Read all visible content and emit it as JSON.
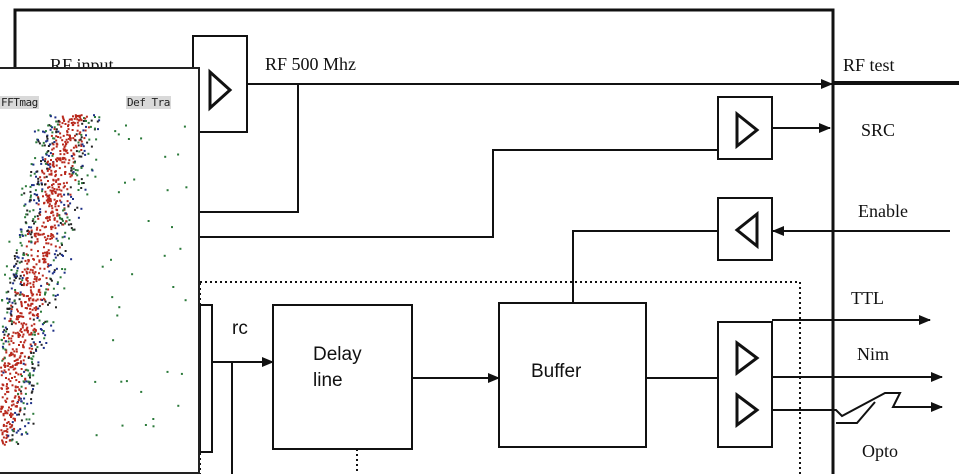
{
  "diagram": {
    "labels": {
      "rf_input": "RF input",
      "rf_500": "RF 500 Mhz",
      "rf_test": "RF test",
      "src": "SRC",
      "enable": "Enable",
      "ttl": "TTL",
      "nim": "Nim",
      "opto": "Opto",
      "rc": "rc",
      "delay_line_1": "Delay",
      "delay_line_2": "line",
      "buffer": "Buffer"
    }
  },
  "inset": {
    "label_left": "FFTmag",
    "label_right": "Def Tra"
  },
  "colors": {
    "line": "#111111",
    "scatter_red": "#b8281c",
    "scatter_blue": "#1d2f86",
    "scatter_green": "#2b7a3a"
  }
}
